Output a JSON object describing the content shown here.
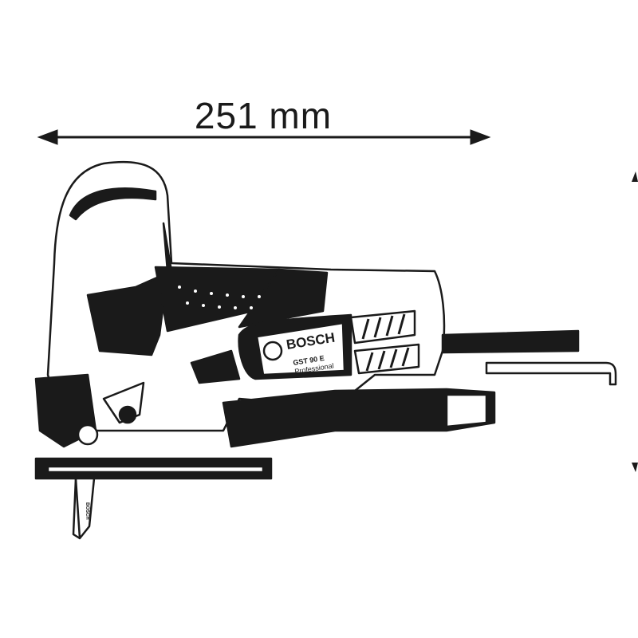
{
  "dimension": {
    "label": "251 mm"
  },
  "product": {
    "brand": "BOSCH",
    "model": "GST 90 E",
    "line": "Professional",
    "blade_brand": "BOSCH"
  },
  "colors": {
    "line": "#1a1a1a",
    "fill": "#ffffff"
  }
}
